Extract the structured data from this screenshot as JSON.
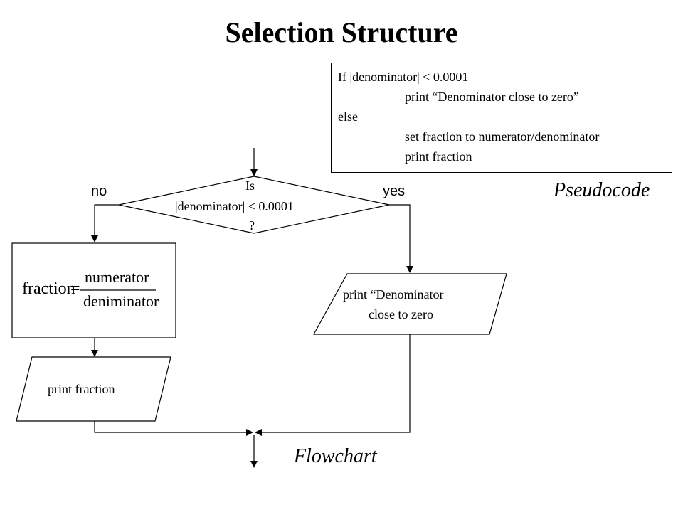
{
  "title": "Selection Structure",
  "pseudocode": {
    "lines": [
      "If |denominator| < 0.0001",
      "print “Denominator close to zero”",
      "else",
      "set fraction to numerator/denominator",
      "print fraction"
    ],
    "caption": "Pseudocode"
  },
  "flowchart": {
    "caption": "Flowchart",
    "decision": {
      "line1": "Is",
      "line2": "|denominator| < 0.0001",
      "line3": "?"
    },
    "branch_no": "no",
    "branch_yes": "yes",
    "process": {
      "lhs": "fraction",
      "equals": "=",
      "numerator": "numerator",
      "denominator": "deniminator"
    },
    "output_yes": {
      "line1": "print “Denominator",
      "line2": "close to zero"
    },
    "output_no": "print fraction"
  }
}
